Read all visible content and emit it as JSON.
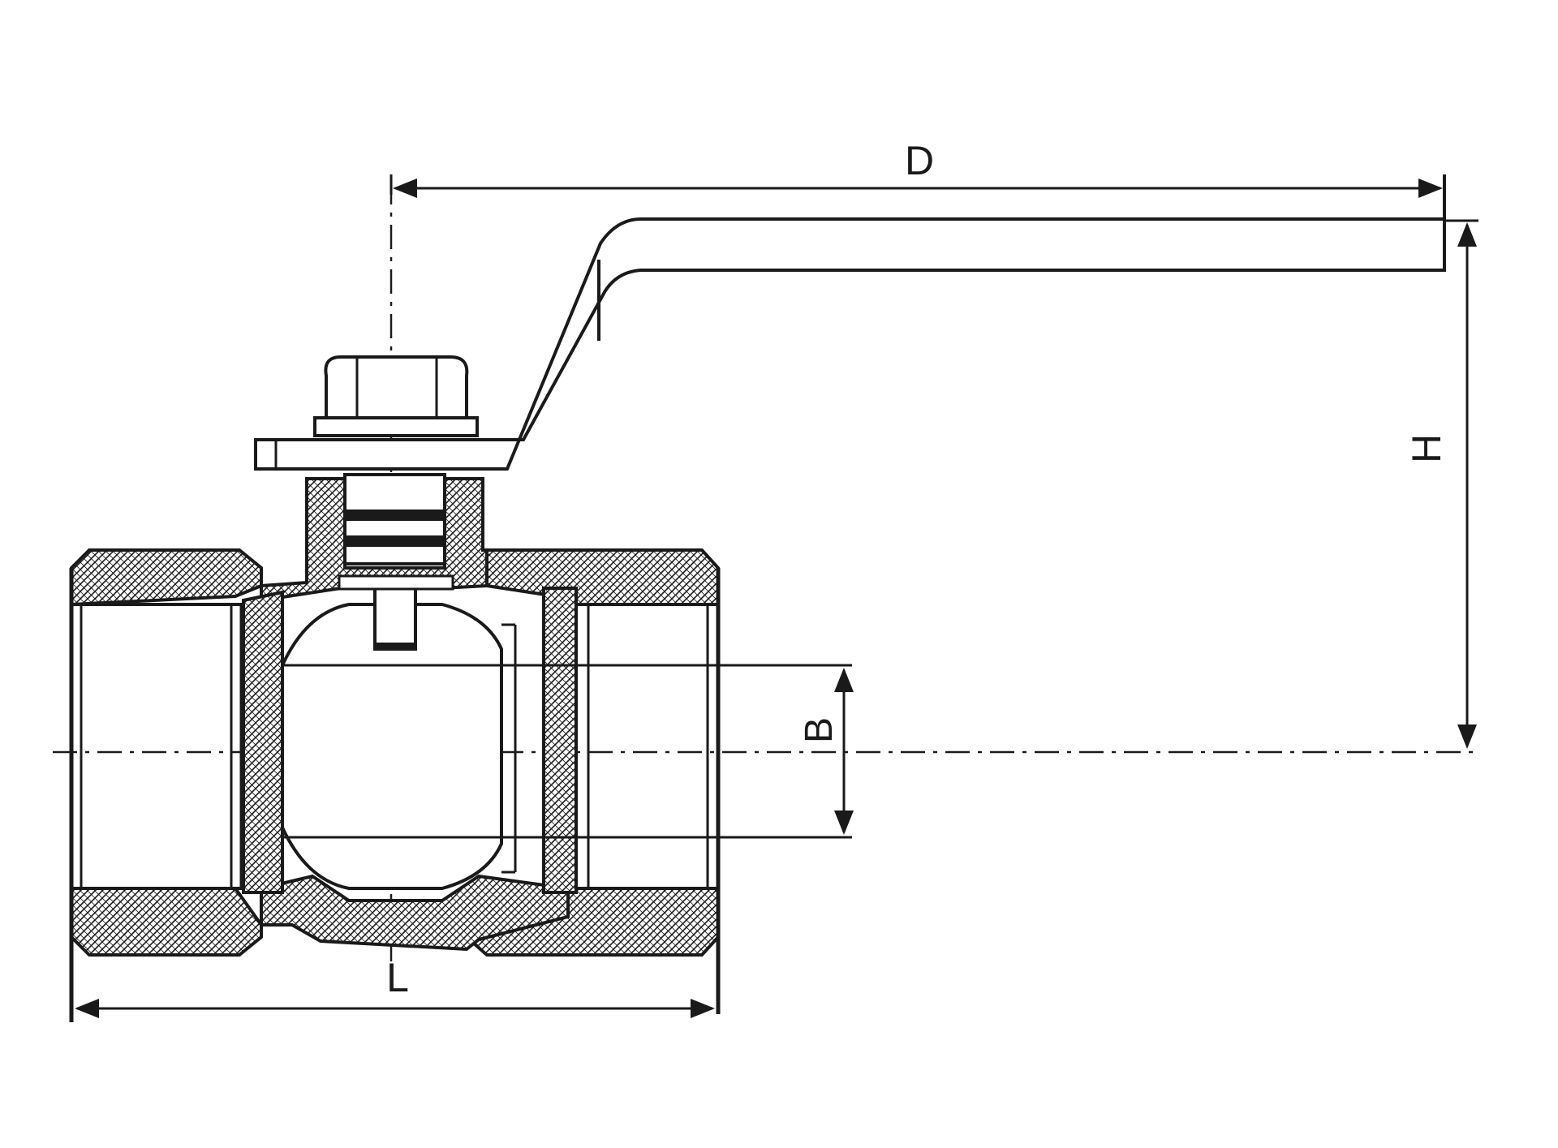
{
  "diagram": {
    "subject": "ball-valve-cross-section",
    "dimension_labels": {
      "D": "D",
      "H": "H",
      "L": "L",
      "B": "B"
    },
    "colors": {
      "line": "#1a1a1a",
      "background": "#ffffff",
      "hatch": "#1a1a1a"
    }
  }
}
